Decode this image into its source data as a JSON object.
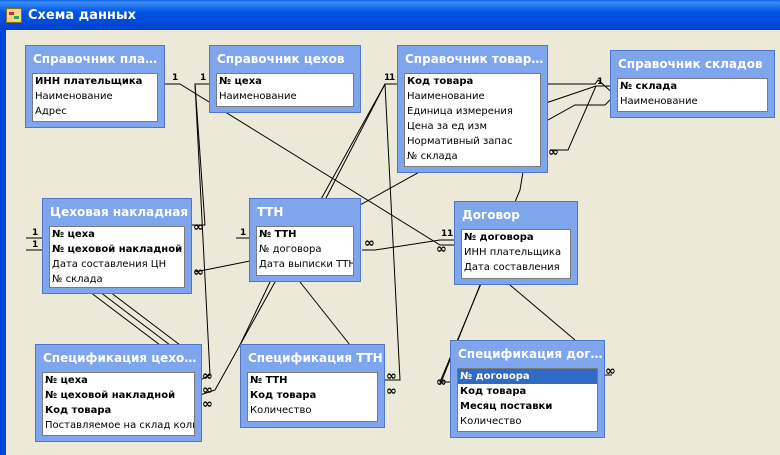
{
  "window": {
    "title": "Схема данных"
  },
  "tables": {
    "payers": {
      "title": "Справочник плат...",
      "fields": [
        "ИНН плательщика",
        "Наименование",
        "Адрес"
      ]
    },
    "shops": {
      "title": "Справочник цехов",
      "fields": [
        "№ цеха",
        "Наименование"
      ]
    },
    "goods": {
      "title": "Справочник товаров",
      "fields": [
        "Код товара",
        "Наименование",
        "Единица измерения",
        "Цена за ед изм",
        "Нормативный запас",
        "№ склада"
      ]
    },
    "stores": {
      "title": "Справочник складов",
      "fields": [
        "№ склада",
        "Наименование"
      ]
    },
    "shop_invoice": {
      "title": "Цеховая накладная",
      "fields": [
        "№ цеха",
        "№ цеховой накладной",
        "Дата составления ЦН",
        "№ склада"
      ]
    },
    "ttn": {
      "title": "ТТН",
      "fields": [
        "№ ТТН",
        "№ договора",
        "Дата выписки ТТН"
      ]
    },
    "contract": {
      "title": "Договор",
      "fields": [
        "№ договора",
        "ИНН плательщика",
        "Дата составления"
      ]
    },
    "shop_spec": {
      "title": "Спецификация цехов...",
      "fields": [
        "№ цеха",
        "№ цеховой накладной",
        "Код товара",
        "Поставляемое на склад количество"
      ]
    },
    "ttn_spec": {
      "title": "Спецификация ТТН",
      "fields": [
        "№ ТТН",
        "Код товара",
        "Количество"
      ]
    },
    "contract_spec": {
      "title": "Спецификация дого...",
      "fields": [
        "№ договора",
        "Код товара",
        "Месяц поставки",
        "Количество"
      ]
    }
  },
  "markers": {
    "one": "1",
    "many": "∞"
  }
}
